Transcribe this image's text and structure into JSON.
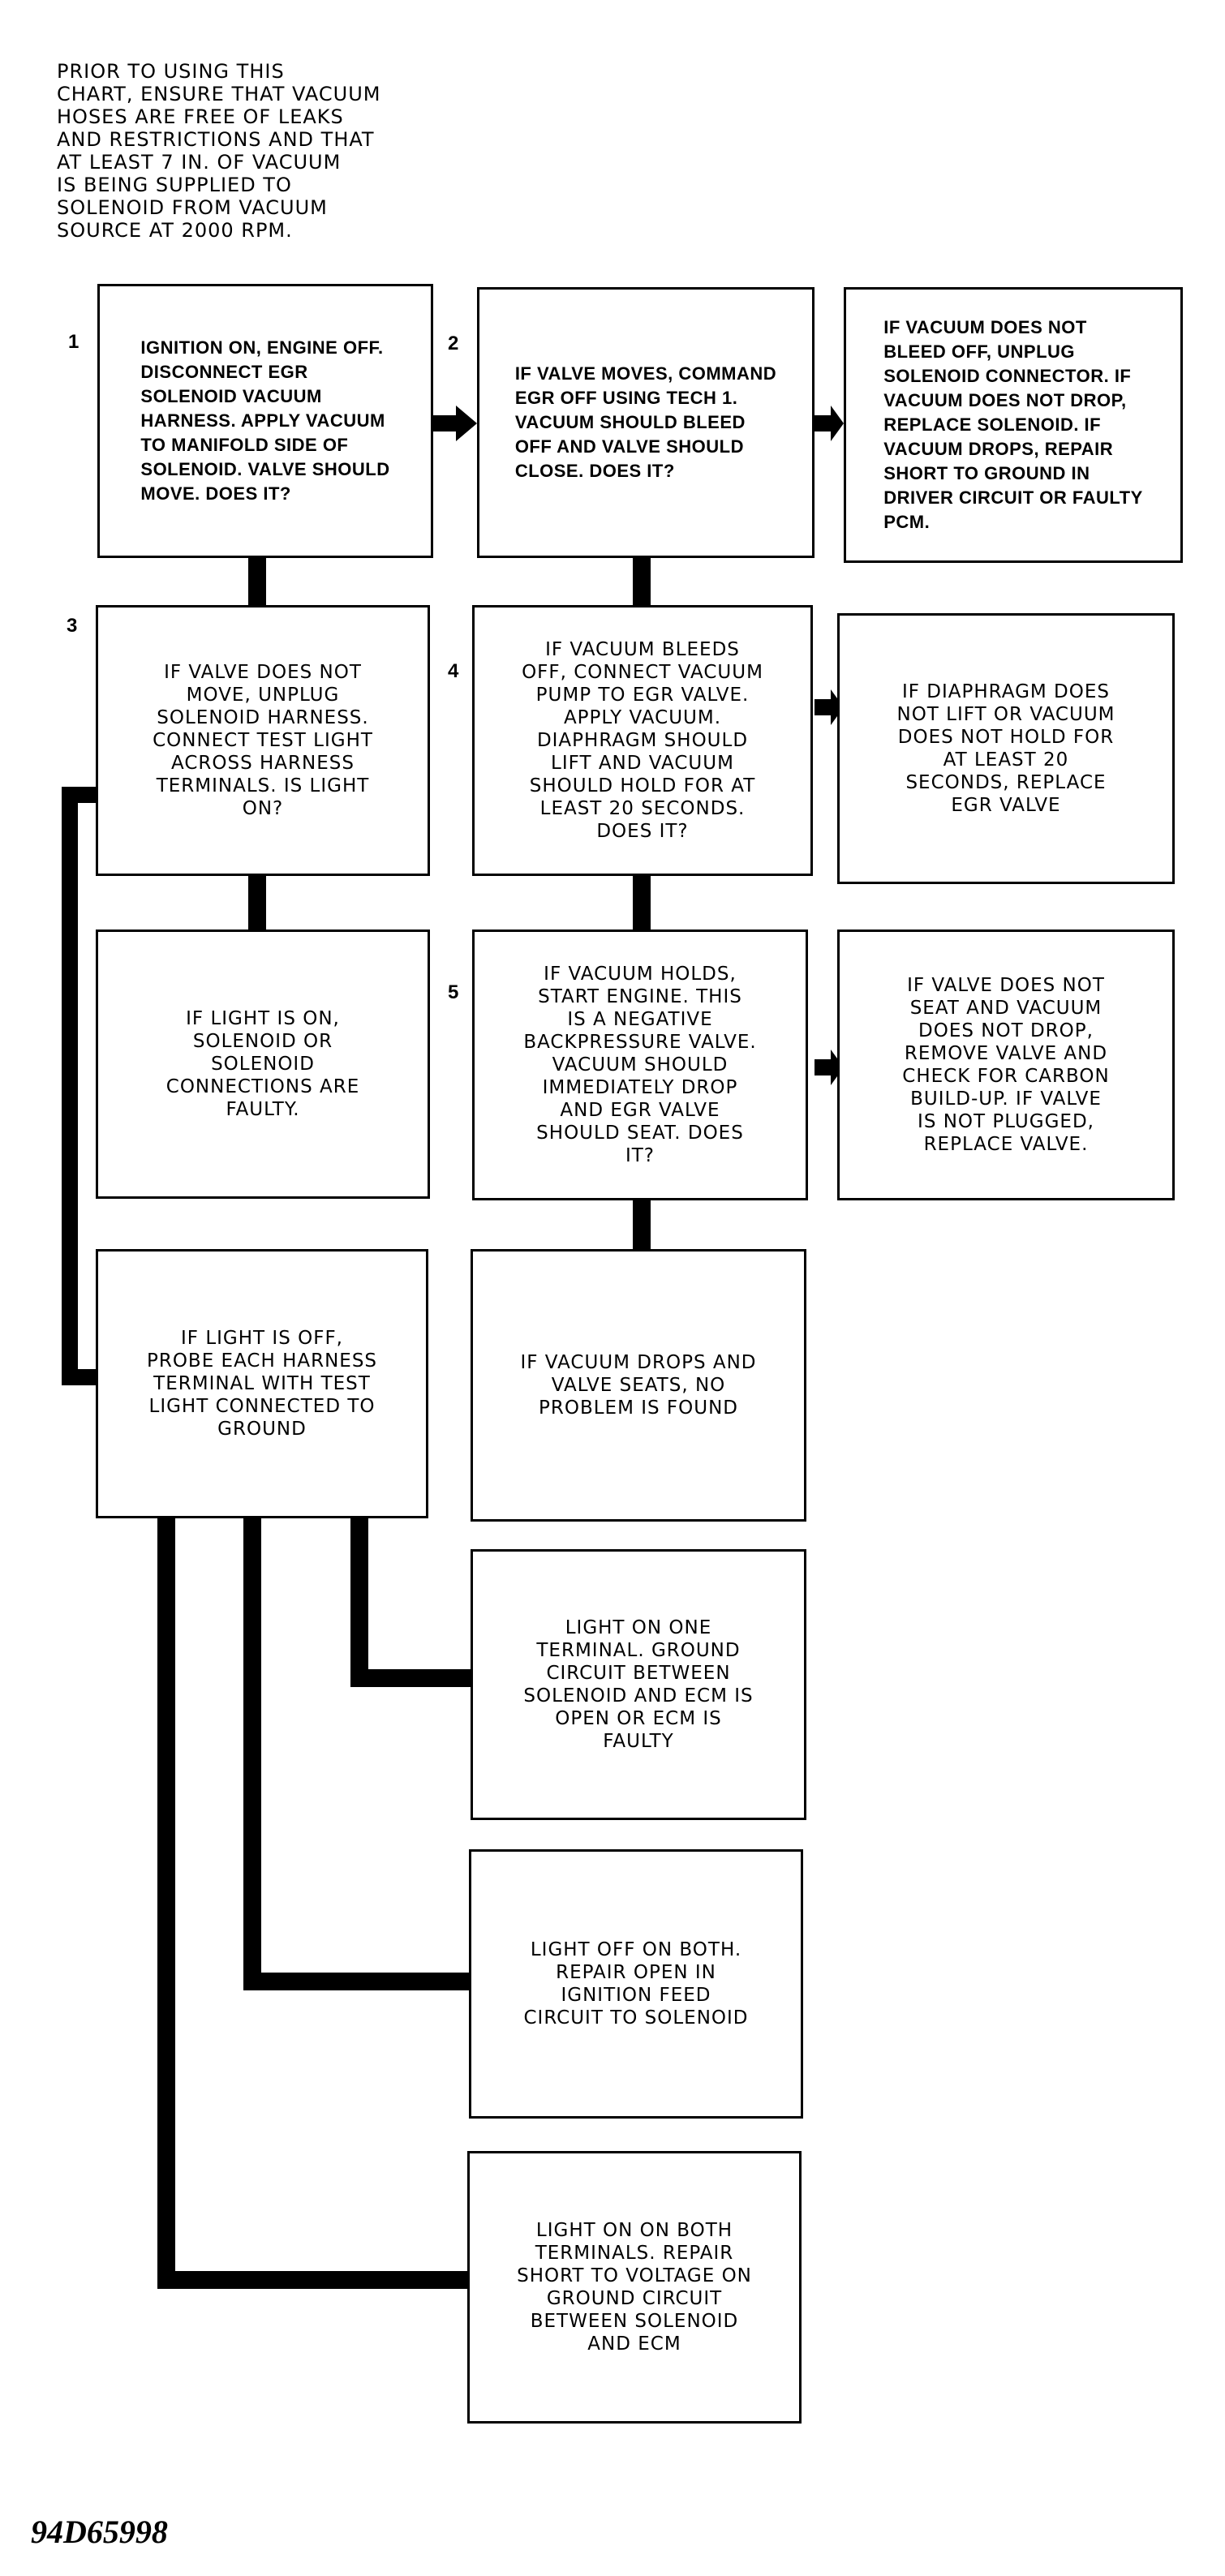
{
  "intro": "PRIOR TO USING THIS\nCHART, ENSURE THAT VACUUM\nHOSES ARE FREE OF LEAKS\nAND RESTRICTIONS AND THAT\nAT LEAST 7 IN. OF VACUUM\nIS BEING SUPPLIED TO\nSOLENOID FROM VACUUM\nSOURCE AT 2000 RPM.",
  "steps": {
    "s1": "1",
    "s2": "2",
    "s3": "3",
    "s4": "4",
    "s5": "5"
  },
  "boxes": {
    "b1": "IGNITION ON, ENGINE OFF.\nDISCONNECT EGR\nSOLENOID VACUUM\nHARNESS. APPLY VACUUM\nTO MANIFOLD SIDE OF\nSOLENOID. VALVE SHOULD\nMOVE. DOES IT?",
    "b2": "IF VALVE MOVES, COMMAND\nEGR OFF USING TECH 1.\nVACUUM SHOULD BLEED\nOFF AND VALVE SHOULD\nCLOSE. DOES IT?",
    "b2r": "IF VACUUM DOES NOT\nBLEED OFF, UNPLUG\nSOLENOID CONNECTOR. IF\nVACUUM DOES NOT DROP,\nREPLACE SOLENOID. IF\nVACUUM DROPS, REPAIR\nSHORT TO GROUND IN\nDRIVER CIRCUIT OR FAULTY\nPCM.",
    "b3": "IF VALVE DOES NOT\nMOVE, UNPLUG\nSOLENOID HARNESS.\nCONNECT TEST LIGHT\nACROSS HARNESS\nTERMINALS. IS LIGHT\nON?",
    "b4": "IF VACUUM BLEEDS\nOFF, CONNECT VACUUM\nPUMP TO EGR VALVE.\nAPPLY VACUUM.\nDIAPHRAGM SHOULD\nLIFT AND VACUUM\nSHOULD HOLD FOR AT\nLEAST 20 SECONDS.\nDOES IT?",
    "b4r": "IF DIAPHRAGM DOES\nNOT LIFT OR VACUUM\nDOES NOT HOLD FOR\nAT LEAST 20\nSECONDS, REPLACE\nEGR VALVE",
    "b3a": "IF LIGHT IS ON,\nSOLENOID OR\nSOLENOID\nCONNECTIONS ARE\nFAULTY.",
    "b5": "IF VACUUM HOLDS,\nSTART ENGINE. THIS\nIS A NEGATIVE\nBACKPRESSURE VALVE.\nVACUUM SHOULD\nIMMEDIATELY DROP\nAND EGR VALVE\nSHOULD SEAT. DOES\nIT?",
    "b5r": "IF VALVE DOES NOT\nSEAT AND VACUUM\nDOES NOT DROP,\nREMOVE VALVE AND\nCHECK FOR CARBON\nBUILD-UP. IF VALVE\nIS NOT PLUGGED,\nREPLACE VALVE.",
    "b3b": "IF LIGHT IS OFF,\nPROBE EACH HARNESS\nTERMINAL WITH TEST\nLIGHT CONNECTED TO\nGROUND",
    "b5a": "IF VACUUM DROPS AND\nVALVE SEATS, NO\nPROBLEM IS FOUND",
    "r1": "LIGHT ON ONE\nTERMINAL. GROUND\nCIRCUIT BETWEEN\nSOLENOID AND ECM IS\nOPEN OR ECM IS\nFAULTY",
    "r2": "LIGHT OFF ON BOTH.\nREPAIR OPEN IN\nIGNITION FEED\nCIRCUIT TO SOLENOID",
    "r3": "LIGHT ON ON BOTH\nTERMINALS. REPAIR\nSHORT TO VOLTAGE ON\nGROUND CIRCUIT\nBETWEEN SOLENOID\nAND ECM"
  },
  "footer": "94D65998"
}
